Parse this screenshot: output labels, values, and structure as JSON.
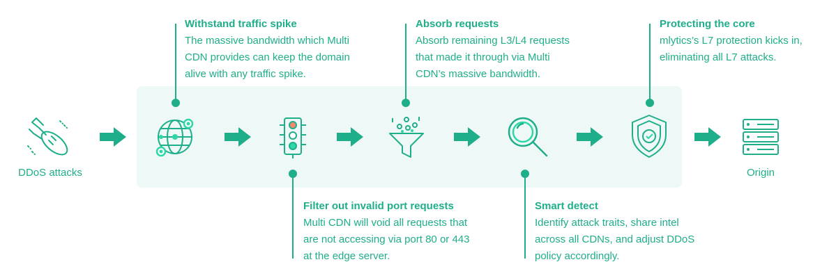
{
  "source_label": "DDoS attacks",
  "target_label": "Origin",
  "colors": {
    "accent": "#1fae8a",
    "accent_bright": "#2ed7a8",
    "panel": "#eef8f6",
    "stop_light": "#f08a6e"
  },
  "steps": [
    {
      "icon": "globe-icon",
      "title": "Withstand traffic spike",
      "lines": [
        "The massive bandwidth which Multi",
        "CDN provides can keep the domain",
        "alive with any traffic spike."
      ]
    },
    {
      "icon": "traffic-light-icon",
      "title": "Filter out invalid port requests",
      "lines": [
        "Multi CDN will void all requests that",
        "are not accessing via port 80 or 443",
        "at the edge server."
      ]
    },
    {
      "icon": "funnel-icon",
      "title": "Absorb requests",
      "lines": [
        "Absorb remaining L3/L4 requests",
        "that made it through via Multi",
        "CDN’s massive bandwidth."
      ]
    },
    {
      "icon": "magnifier-icon",
      "title": "Smart detect",
      "lines": [
        "Identify attack traits, share intel",
        "across all CDNs, and adjust DDoS",
        "policy accordingly."
      ]
    },
    {
      "icon": "shield-icon",
      "title": "Protecting the core",
      "lines": [
        "mlytics’s L7 protection kicks in,",
        "eliminating all L7 attacks."
      ]
    }
  ]
}
